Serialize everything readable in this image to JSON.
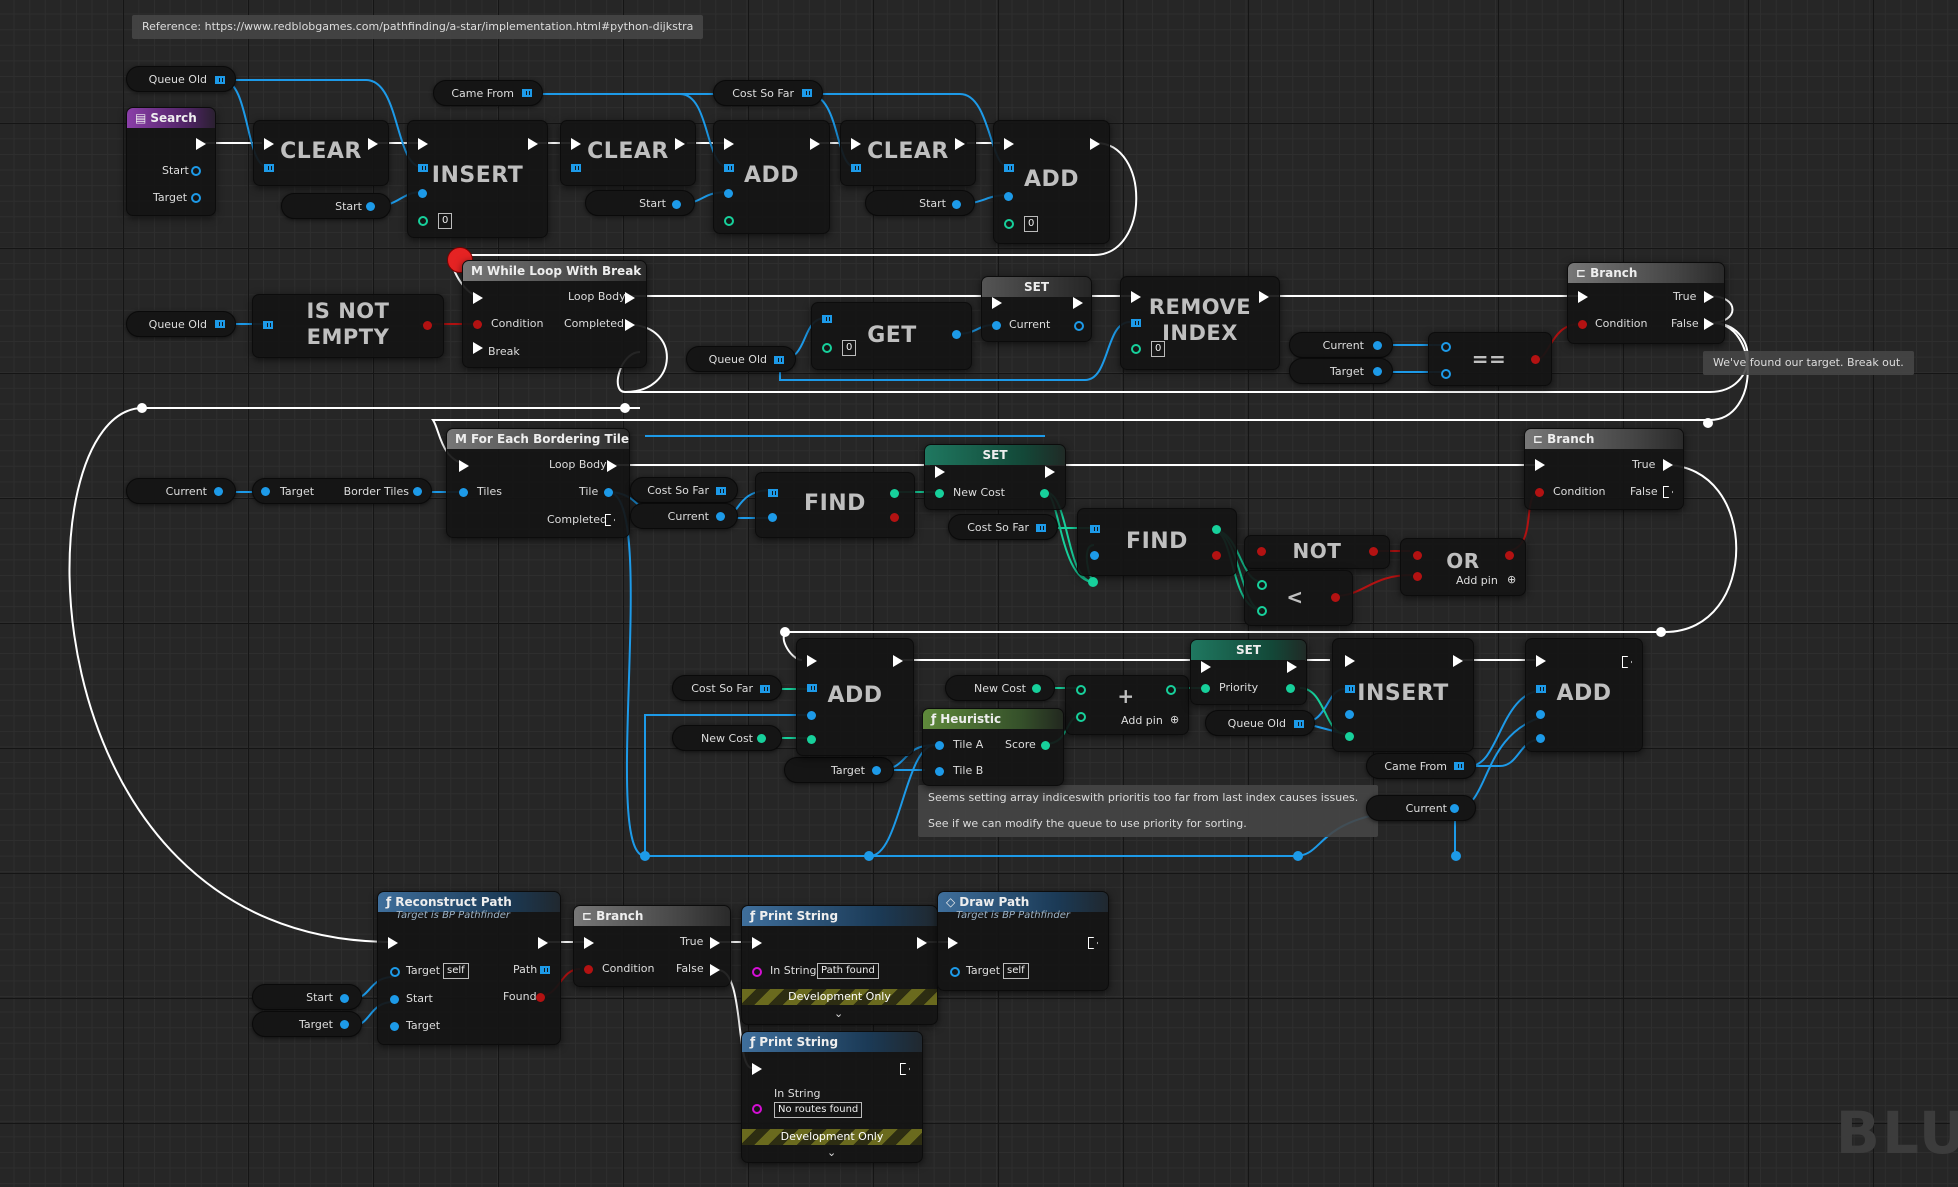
{
  "comments": {
    "reference": "Reference: https://www.redblobgames.com/pathfinding/a-star/implementation.html#python-dijkstra",
    "target_found": "We've found our target. Break out.",
    "priority_note_1": "Seems setting array indiceswith prioritis too far from last index causes issues.",
    "priority_note_2": "See if we can modify the queue to use priority for sorting."
  },
  "event_search": {
    "title": "Search",
    "pin_start": "Start",
    "pin_target": "Target"
  },
  "vars": {
    "queue_old": "Queue Old",
    "came_from": "Came From",
    "cost_so_far": "Cost So Far",
    "start": "Start",
    "target": "Target",
    "current": "Current",
    "new_cost": "New Cost",
    "border_tiles": "Border Tiles"
  },
  "ops": {
    "clear": "CLEAR",
    "insert": "INSERT",
    "add": "ADD",
    "is_not_empty_1": "IS NOT",
    "is_not_empty_2": "EMPTY",
    "get": "GET",
    "remove_1": "REMOVE",
    "remove_2": "INDEX",
    "find": "FIND",
    "not": "NOT",
    "or": "OR",
    "eq": "==",
    "lt": "<",
    "plus": "+",
    "add_pin": "Add pin",
    "zero": "0"
  },
  "while_loop": {
    "title": "While Loop With Break",
    "condition": "Condition",
    "break": "Break",
    "loop_body": "Loop Body",
    "completed": "Completed"
  },
  "set": {
    "title": "SET",
    "current": "Current",
    "new_cost": "New Cost",
    "priority": "Priority"
  },
  "branch": {
    "title": "Branch",
    "condition": "Condition",
    "true": "True",
    "false": "False"
  },
  "for_each": {
    "title": "For Each Bordering Tile",
    "tiles": "Tiles",
    "loop_body": "Loop Body",
    "tile": "Tile",
    "completed": "Completed"
  },
  "heuristic": {
    "title": "Heuristic",
    "tile_a": "Tile A",
    "tile_b": "Tile B",
    "score": "Score"
  },
  "reconstruct": {
    "title": "Reconstruct Path",
    "subtitle": "Target is BP Pathfinder",
    "target": "Target",
    "self": "self",
    "start": "Start",
    "target2": "Target",
    "path": "Path",
    "found": "Found"
  },
  "print1": {
    "title": "Print String",
    "in_string": "In String",
    "value": "Path found",
    "dev": "Development Only"
  },
  "print2": {
    "title": "Print String",
    "in_string": "In String",
    "value": "No routes found",
    "dev": "Development Only"
  },
  "draw_path": {
    "title": "Draw Path",
    "subtitle": "Target is BP Pathfinder",
    "target": "Target",
    "self": "self"
  },
  "watermark": "BLU",
  "colors": {
    "exec": "#ffffff",
    "object": "#1d9ae8",
    "float": "#17d09b",
    "bool": "#b31212",
    "string": "#d40fd4"
  }
}
